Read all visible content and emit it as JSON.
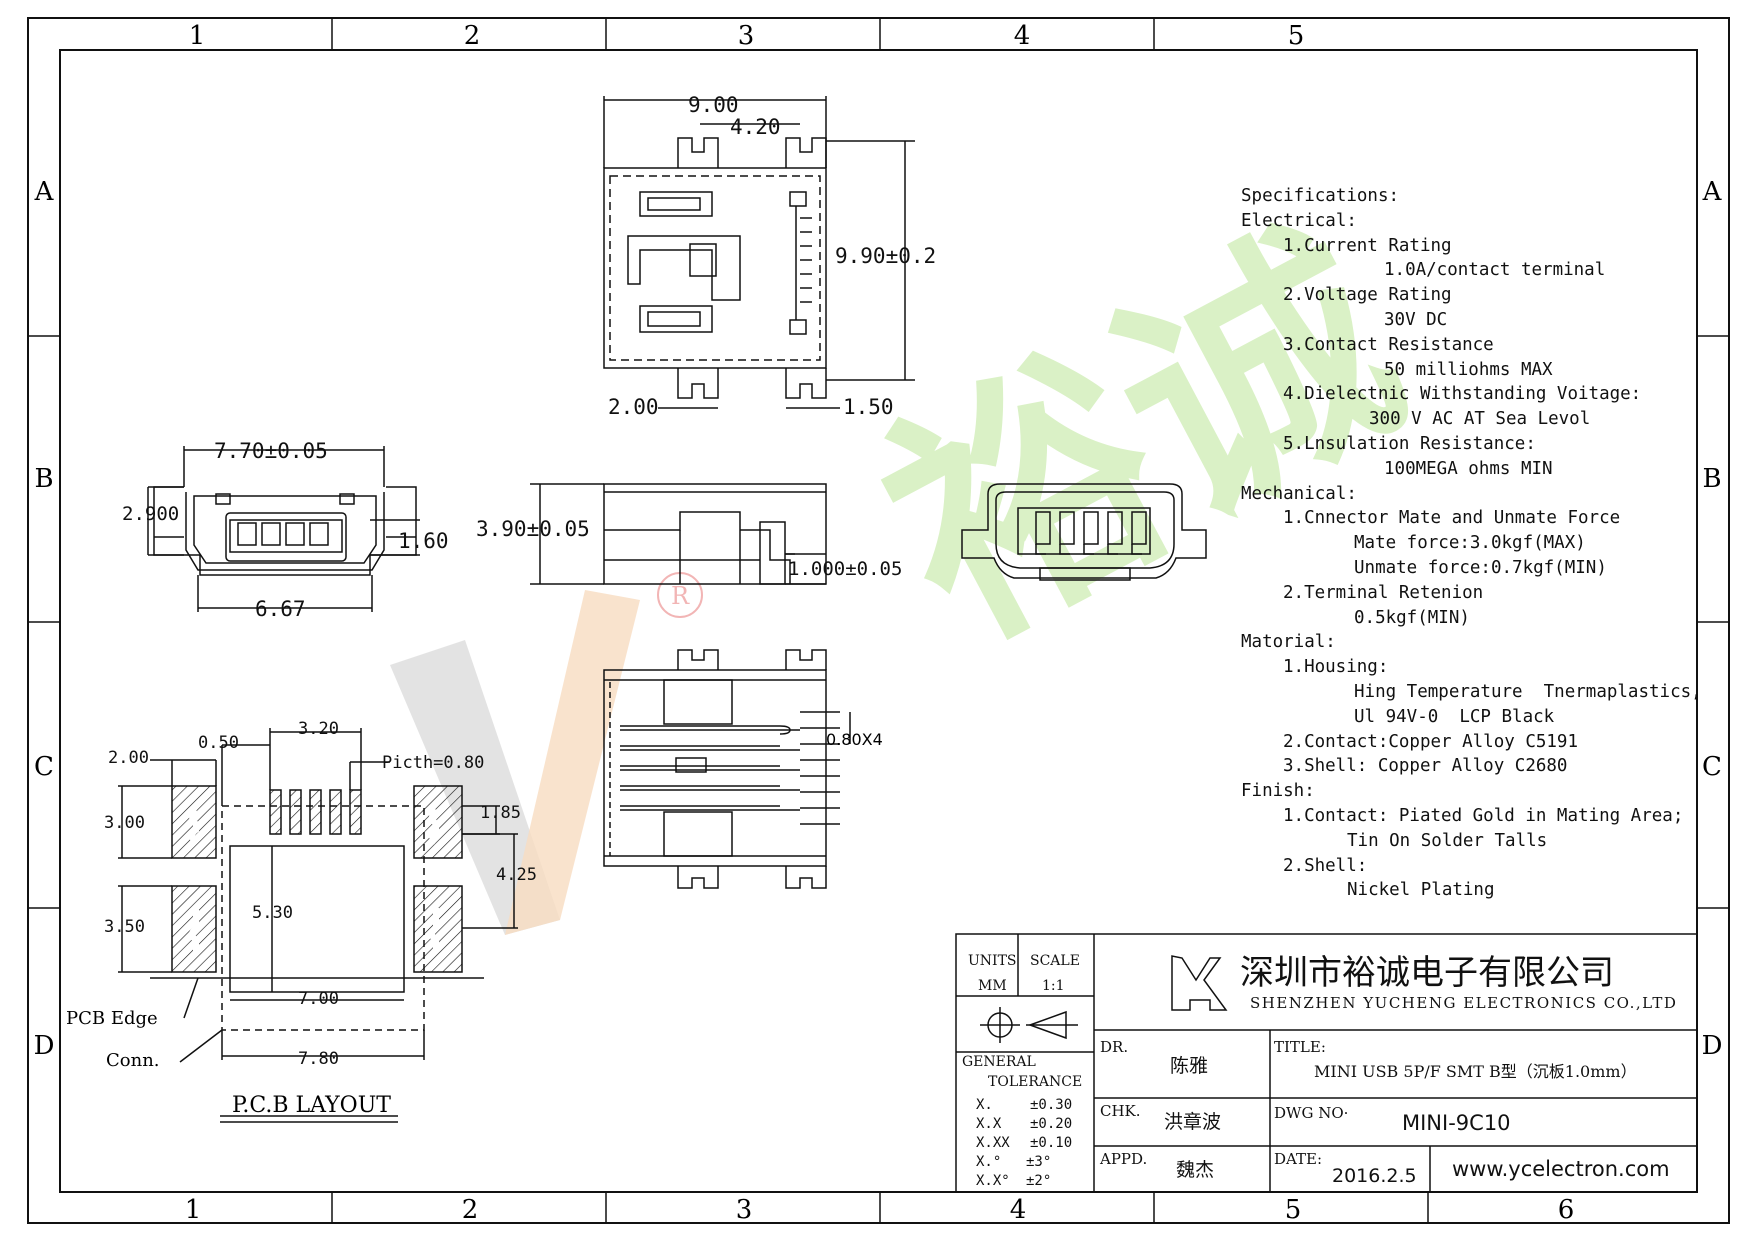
{
  "grid": {
    "cols_top": [
      "1",
      "2",
      "3",
      "4",
      "5"
    ],
    "cols_bottom": [
      "1",
      "2",
      "3",
      "4",
      "5",
      "6"
    ],
    "rows": [
      "A",
      "B",
      "C",
      "D"
    ]
  },
  "dims": {
    "top_width": "9.00",
    "top_pitch": "4.20",
    "top_height": "9.90±0.2",
    "top_foot_left": "2.00",
    "top_foot_right": "1.50",
    "front_width": "7.70±0.05",
    "front_height": "2.900",
    "front_side": "1.60",
    "front_bottom": "6.67",
    "side_height": "3.90±0.05",
    "side_tail": "1.000±0.05",
    "bottom_pitch_x4": "0.80X4",
    "pcb_050": "0.50",
    "pcb_320": "3.20",
    "pcb_200": "2.00",
    "pcb_pitch": "Picth=0.80",
    "pcb_300": "3.00",
    "pcb_185": "1.85",
    "pcb_425": "4.25",
    "pcb_530": "5.30",
    "pcb_350": "3.50",
    "pcb_700": "7.00",
    "pcb_780": "7.80",
    "pcb_edge": "PCB Edge",
    "conn": "Conn.",
    "pcb_layout": "P.C.B LAYOUT"
  },
  "specs": [
    {
      "indent": "i0",
      "text": "Specifications:"
    },
    {
      "indent": "i0",
      "text": "Electrical:"
    },
    {
      "indent": "i1",
      "text": "1.Current Rating"
    },
    {
      "indent": "i2",
      "text": "1.0A/contact terminal"
    },
    {
      "indent": "i1",
      "text": "2.Voltage Rating"
    },
    {
      "indent": "i2",
      "text": "30V DC"
    },
    {
      "indent": "i1",
      "text": "3.Contact Resistance"
    },
    {
      "indent": "i2",
      "text": "50 milliohms MAX"
    },
    {
      "indent": "i1",
      "text": "4.Dielectnic Withstanding Voitage:"
    },
    {
      "indent": "i3",
      "text": "300 V AC AT Sea Levol"
    },
    {
      "indent": "i1",
      "text": "5.Lnsulation Resistance:"
    },
    {
      "indent": "i2",
      "text": "100MEGA ohms MIN"
    },
    {
      "indent": "i0",
      "text": "Mechanical:"
    },
    {
      "indent": "i1",
      "text": "1.Cnnector Mate and Unmate Force"
    },
    {
      "indent": "i4",
      "text": "Mate force:3.0kgf(MAX)"
    },
    {
      "indent": "i4",
      "text": "Unmate force:0.7kgf(MIN)"
    },
    {
      "indent": "i1",
      "text": "2.Terminal Retenion"
    },
    {
      "indent": "i4",
      "text": "0.5kgf(MIN)"
    },
    {
      "indent": "i0",
      "text": "Matorial:"
    },
    {
      "indent": "i1",
      "text": "1.Housing:"
    },
    {
      "indent": "i4",
      "text": "Hing Temperature  Tnermaplastics,"
    },
    {
      "indent": "i4",
      "text": "Ul 94V-0  LCP Black"
    },
    {
      "indent": "i1",
      "text": "2.Contact:Copper Alloy C5191"
    },
    {
      "indent": "i1",
      "text": "3.Shell: Copper Alloy C2680"
    },
    {
      "indent": "i0",
      "text": "Finish:"
    },
    {
      "indent": "i1",
      "text": "1.Contact: Piated Gold in Mating Area;"
    },
    {
      "indent": "i5",
      "text": "Tin On Solder Talls"
    },
    {
      "indent": "i1",
      "text": "2.Shell:"
    },
    {
      "indent": "i5",
      "text": "Nickel Plating"
    }
  ],
  "title_block": {
    "units_label": "UNITS",
    "units": "MM",
    "scale_label": "SCALE",
    "scale": "1:1",
    "company_cn": "深圳市裕诚电子有限公司",
    "company_en": "SHENZHEN YUCHENG ELECTRONICS CO.,LTD",
    "general": "GENERAL",
    "tolerance": "TOLERANCE",
    "tol_rows": [
      {
        "k": "X.",
        "v": "±0.30"
      },
      {
        "k": "X.X",
        "v": "±0.20"
      },
      {
        "k": "X.XX",
        "v": "±0.10"
      },
      {
        "k": "X.°",
        "v": "±3°"
      },
      {
        "k": "X.X°",
        "v": "±2°"
      }
    ],
    "dr_label": "DR.",
    "dr": "陈雅",
    "chk_label": "CHK.",
    "chk": "洪章波",
    "appd_label": "APPD.",
    "appd": "魏杰",
    "title_label": "TITLE:",
    "title": "MINI USB 5P/F SMT B型（沉板1.0mm）",
    "dwg_label": "DWG NO·",
    "dwg": "MINI-9C10",
    "date_label": "DATE:",
    "date": "2016.2.5",
    "website": "www.ycelectron.com"
  },
  "watermark": {
    "text": "裕诚",
    "registered": "R"
  },
  "colors": {
    "line": "#111111",
    "watermark_green": "#d6f0c0",
    "watermark_gray": "#d9d9d9",
    "watermark_orange": "#f8dcc0",
    "watermark_red": "#f2b5b5"
  }
}
